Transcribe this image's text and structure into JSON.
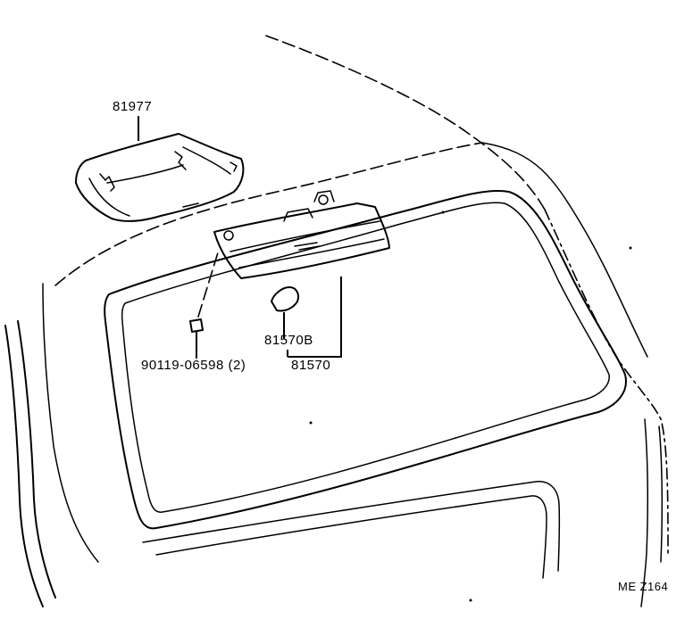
{
  "diagram": {
    "parts": {
      "cover": "81977",
      "bulb": "81570B",
      "lamp_assy": "81570",
      "screw": "90119-06598 (2)"
    },
    "figure_code": "ME Z164"
  }
}
